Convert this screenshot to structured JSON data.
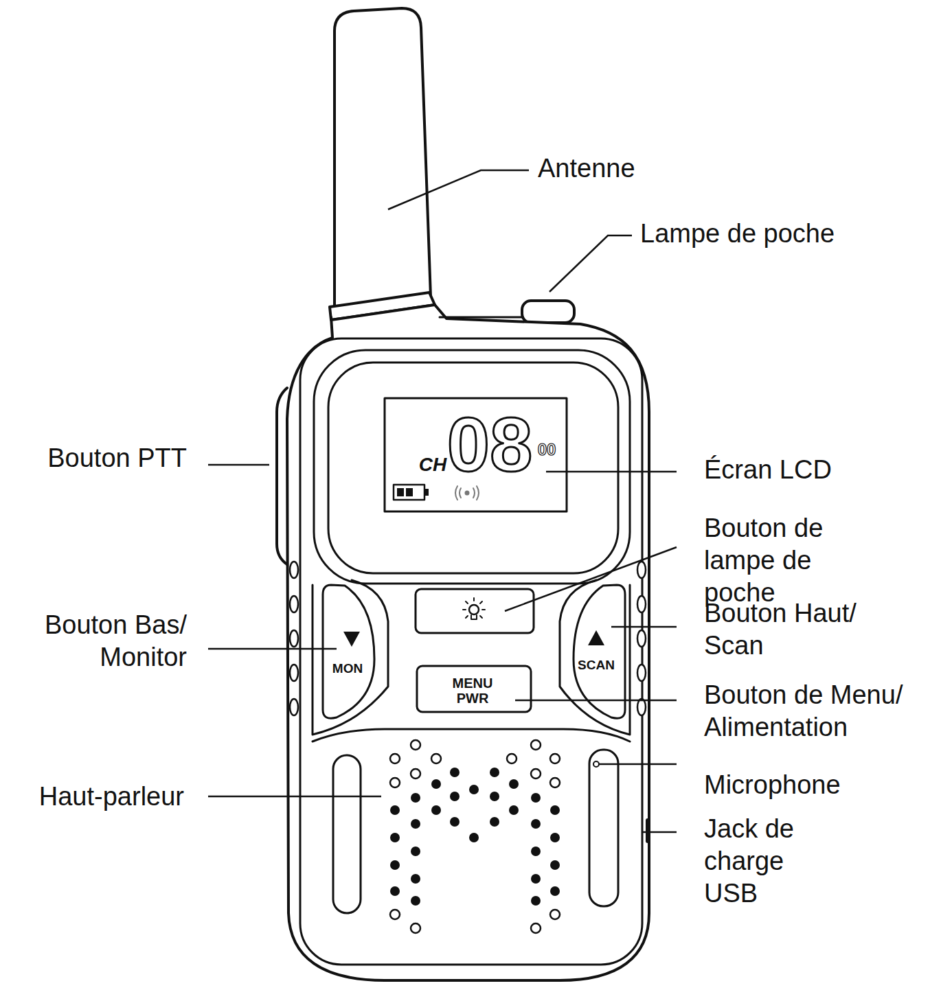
{
  "diagram": {
    "labels": [
      "Antenne",
      "Lampe de poche",
      "Bouton PTT",
      "Écran LCD",
      "Bouton de lampe de poche",
      "Bouton Haut/ Scan",
      "Bouton de Menu/ Alimentation",
      "Microphone",
      "Jack de charge USB",
      "Bouton Bas/ Monitor",
      "Haut-parleur",
      "CH",
      "08",
      "00",
      "MON",
      "SCAN",
      "MENU",
      "PWR"
    ]
  }
}
